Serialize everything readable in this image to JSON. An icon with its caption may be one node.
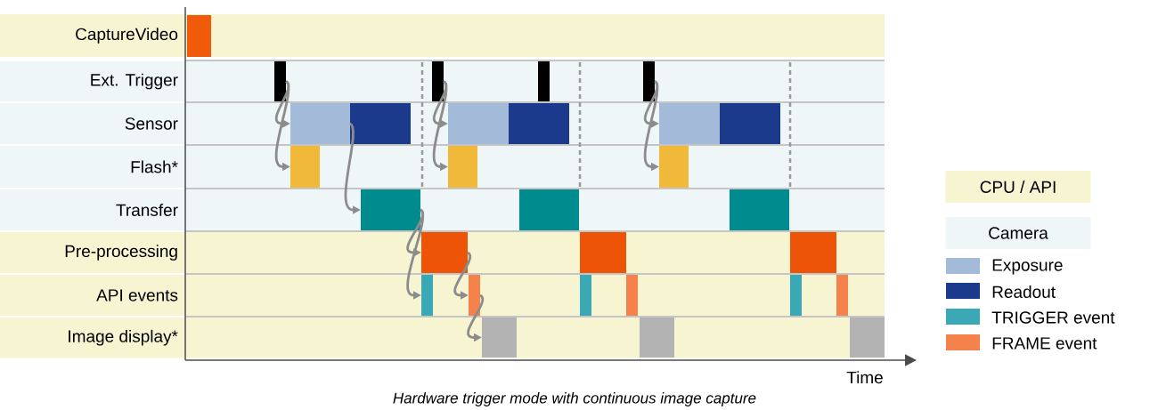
{
  "diagram": {
    "caption": "Hardware trigger mode with continuous image capture",
    "nodes": [
      {
        "text": [
          "CaptureVideo"
        ]
      },
      {
        "text": [],
        "shape": "bar",
        "in": 0
      },
      {
        "text": [
          "Ext. Trigger"
        ]
      },
      {
        "text": [],
        "shape": "bar",
        "in": 2
      },
      {
        "text": [],
        "shape": "bar",
        "in": 2
      },
      {
        "text": [],
        "shape": "bar",
        "in": 2
      },
      {
        "text": [],
        "shape": "bar",
        "in": 2
      },
      {
        "text": [
          "Sensor"
        ]
      },
      {
        "text": [],
        "shape": "bar",
        "in": 7
      },
      {
        "text": [],
        "shape": "bar",
        "in": 7
      },
      {
        "text": [],
        "shape": "bar",
        "in": 7
      },
      {
        "text": [],
        "shape": "bar",
        "in": 7
      },
      {
        "text": [],
        "shape": "bar",
        "in": 7
      },
      {
        "text": [],
        "shape": "bar",
        "in": 7
      },
      {
        "text": [
          "Flash*"
        ]
      },
      {
        "text": [],
        "shape": "bar",
        "in": 14
      },
      {
        "text": [],
        "shape": "bar",
        "in": 14
      },
      {
        "text": [],
        "shape": "bar",
        "in": 14
      },
      {
        "text": [
          "Transfer"
        ]
      },
      {
        "text": [],
        "shape": "bar",
        "in": 18
      },
      {
        "text": [],
        "shape": "bar",
        "in": 18
      },
      {
        "text": [],
        "shape": "bar",
        "in": 18
      },
      {
        "text": [
          "Pre-processing"
        ]
      },
      {
        "text": [],
        "shape": "bar",
        "in": 22
      },
      {
        "text": [],
        "shape": "bar",
        "in": 22
      },
      {
        "text": [],
        "shape": "bar",
        "in": 22
      },
      {
        "text": [
          "API events"
        ]
      },
      {
        "text": [],
        "shape": "bar",
        "in": 26
      },
      {
        "text": [],
        "shape": "bar",
        "in": 26
      },
      {
        "text": [],
        "shape": "bar",
        "in": 26
      },
      {
        "text": [],
        "shape": "bar",
        "in": 26
      },
      {
        "text": [],
        "shape": "bar",
        "in": 26
      },
      {
        "text": [],
        "shape": "bar",
        "in": 26
      },
      {
        "text": [
          "Image display*"
        ]
      },
      {
        "text": [],
        "shape": "bar",
        "in": 33
      },
      {
        "text": [],
        "shape": "bar",
        "in": 33
      },
      {
        "text": [],
        "shape": "bar",
        "in": 33
      }
    ],
    "edges": [
      {
        "from": 3,
        "to": 8,
        "arrow": "to"
      },
      {
        "from": 3,
        "to": 15,
        "arrow": "to"
      },
      {
        "from": 9,
        "to": 19,
        "arrow": "to"
      },
      {
        "from": 19,
        "to": 23,
        "arrow": "to"
      },
      {
        "from": 19,
        "to": 27,
        "arrow": "to"
      },
      {
        "from": 23,
        "to": 28,
        "arrow": "to"
      },
      {
        "from": 28,
        "to": 34,
        "arrow": "to"
      },
      {
        "from": 4,
        "to": 10,
        "arrow": "to"
      },
      {
        "from": 4,
        "to": 16,
        "arrow": "to"
      },
      {
        "from": 6,
        "to": 12,
        "arrow": "to"
      },
      {
        "from": 6,
        "to": 17,
        "arrow": "to"
      }
    ],
    "labels": [
      "Time"
    ],
    "legend": [
      {
        "text": "CPU / API",
        "color": "#f7f4d2"
      },
      {
        "text": "Camera",
        "color": "#eef6f7"
      },
      {
        "text": "Exposure",
        "color": "#a3bbd8"
      },
      {
        "text": "Readout",
        "color": "#1b3a8c"
      },
      {
        "text": "TRIGGER event",
        "color": "#3aa9b5"
      },
      {
        "text": "FRAME event",
        "color": "#f5824a"
      }
    ]
  }
}
